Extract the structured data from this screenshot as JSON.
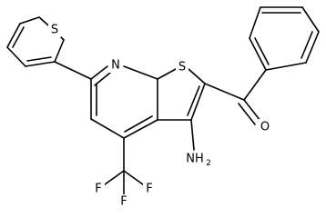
{
  "molecule": {
    "atoms": {
      "S_thiophene": "S",
      "N_pyridine": "N",
      "S_fused": "S",
      "O_carbonyl": "O",
      "NH2": "NH",
      "NH2_sub": "2",
      "F1": "F",
      "F2": "F",
      "F3": "F"
    }
  }
}
